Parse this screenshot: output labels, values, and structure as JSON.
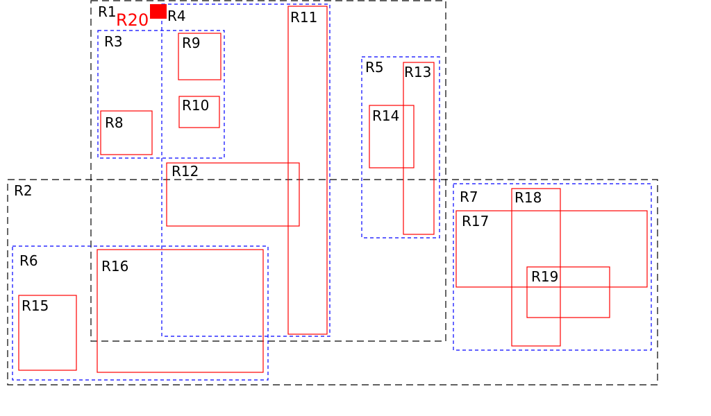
{
  "colors": {
    "black_dashed": "#000000",
    "blue_dashed": "#0000ff",
    "red_solid": "#ff0000",
    "background": "#ffffff"
  },
  "regions": {
    "R1": "R1",
    "R2": "R2",
    "R3": "R3",
    "R4": "R4",
    "R5": "R5",
    "R6": "R6",
    "R7": "R7",
    "R8": "R8",
    "R9": "R9",
    "R10": "R10",
    "R11": "R11",
    "R12": "R12",
    "R13": "R13",
    "R14": "R14",
    "R15": "R15",
    "R16": "R16",
    "R17": "R17",
    "R18": "R18",
    "R19": "R19",
    "R20": "R20"
  }
}
